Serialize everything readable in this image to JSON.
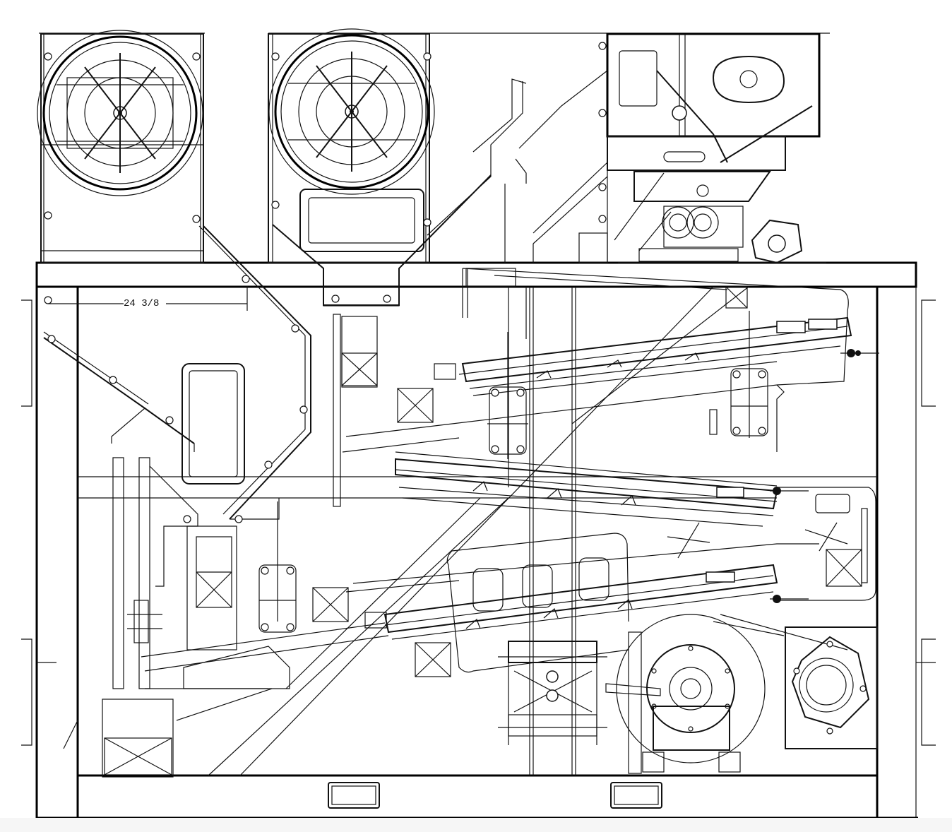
{
  "drawing": {
    "dimension_label": "24 3/8",
    "tiny_labels": [
      "",
      ""
    ],
    "colors": {
      "line": "#111111",
      "background": "#ffffff",
      "footer_band": "#f6f6f6"
    },
    "components": {
      "fan_housings": 2,
      "sorting_decks": 3,
      "vibrating_motor_drums": 2,
      "feed_hopper": 1,
      "collection_boxes_crossed": 8
    }
  }
}
